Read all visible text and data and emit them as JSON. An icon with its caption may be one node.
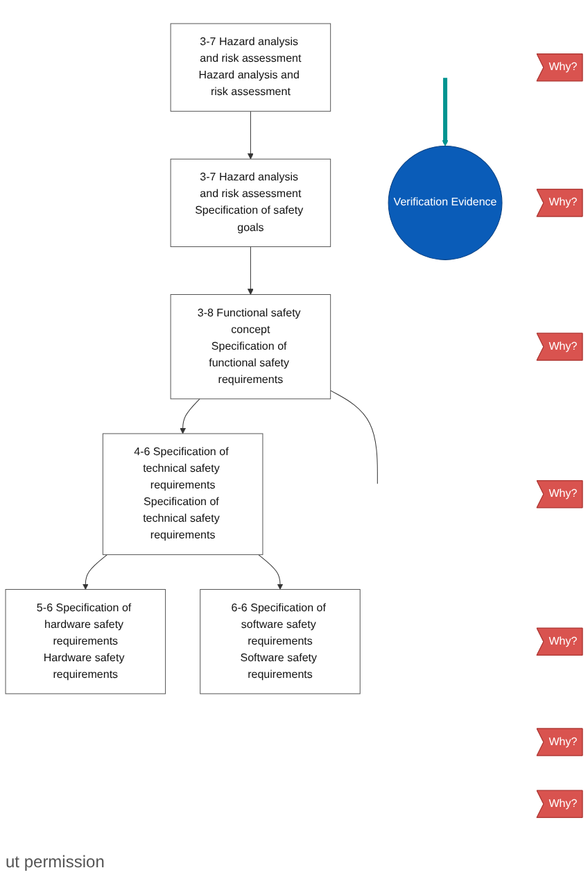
{
  "diagram": {
    "nodes": [
      {
        "text": [
          "3-7 Hazard analysis and risk assessment",
          "Hazard analysis and risk assessment"
        ]
      },
      {
        "text": [
          "3-7 Hazard analysis and risk assessment",
          "Specification of safety goals"
        ]
      },
      {
        "text": [
          "3-8 Functional safety concept",
          "Specification of functional safety requirements"
        ]
      },
      {
        "text": [
          "4-6 Specification of technical safety requirements",
          "Specification of technical safety requirements"
        ]
      },
      {
        "text": [
          "5-6 Specification of hardware safety requirements",
          "Hardware safety requirements"
        ]
      },
      {
        "text": [
          "6-6 Specification of software safety requirements",
          "Software safety requirements"
        ]
      },
      {
        "text": [
          "Verification Evidence"
        ]
      },
      {
        "text": [
          "Why?"
        ]
      },
      {
        "text": [
          "Why?"
        ]
      },
      {
        "text": [
          "Why?"
        ]
      },
      {
        "text": [
          "Why?"
        ]
      },
      {
        "text": [
          "Why?"
        ]
      },
      {
        "text": [
          "Why?"
        ]
      },
      {
        "text": [
          "Why?"
        ]
      }
    ],
    "edges": [
      {
        "from": 0,
        "to": 1,
        "arrow": "to"
      },
      {
        "from": 1,
        "to": 2,
        "arrow": "to"
      },
      {
        "from": 2,
        "to": 3,
        "arrow": "to"
      },
      {
        "from": 2,
        "to": null,
        "arrow": "none"
      },
      {
        "from": 3,
        "to": 4,
        "arrow": "to"
      },
      {
        "from": 3,
        "to": 5,
        "arrow": "to"
      },
      {
        "from": null,
        "to": 6,
        "arrow": "to",
        "style": "thick",
        "color": "#009490"
      }
    ],
    "labels": [
      "ut permission"
    ]
  }
}
